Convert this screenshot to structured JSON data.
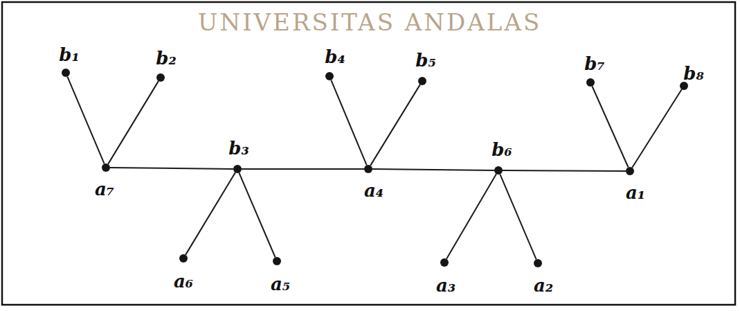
{
  "diagram": {
    "nodes": [
      {
        "text": [
          "b₁"
        ]
      },
      {
        "text": [
          "b₂"
        ]
      },
      {
        "text": [
          "b₄"
        ]
      },
      {
        "text": [
          "b₅"
        ]
      },
      {
        "text": [
          "b₇"
        ]
      },
      {
        "text": [
          "b₈"
        ]
      },
      {
        "text": [
          "a₇"
        ]
      },
      {
        "text": [
          "b₃"
        ]
      },
      {
        "text": [
          "a₄"
        ]
      },
      {
        "text": [
          "b₆"
        ]
      },
      {
        "text": [
          "a₁"
        ]
      },
      {
        "text": [
          "a₆"
        ]
      },
      {
        "text": [
          "a₅"
        ]
      },
      {
        "text": [
          "a₃"
        ]
      },
      {
        "text": [
          "a₂"
        ]
      }
    ],
    "edges": [
      {
        "from": 6,
        "to": 0,
        "arrow": "none"
      },
      {
        "from": 6,
        "to": 1,
        "arrow": "none"
      },
      {
        "from": 6,
        "to": 7,
        "arrow": "none"
      },
      {
        "from": 7,
        "to": 11,
        "arrow": "none"
      },
      {
        "from": 7,
        "to": 12,
        "arrow": "none"
      },
      {
        "from": 7,
        "to": 8,
        "arrow": "none"
      },
      {
        "from": 8,
        "to": 2,
        "arrow": "none"
      },
      {
        "from": 8,
        "to": 3,
        "arrow": "none"
      },
      {
        "from": 8,
        "to": 9,
        "arrow": "none"
      },
      {
        "from": 9,
        "to": 13,
        "arrow": "none"
      },
      {
        "from": 9,
        "to": 14,
        "arrow": "none"
      },
      {
        "from": 9,
        "to": 10,
        "arrow": "none"
      },
      {
        "from": 10,
        "to": 4,
        "arrow": "none"
      },
      {
        "from": 10,
        "to": 5,
        "arrow": "none"
      }
    ],
    "labels": [
      "UNIVERSITAS ANDALAS"
    ]
  }
}
